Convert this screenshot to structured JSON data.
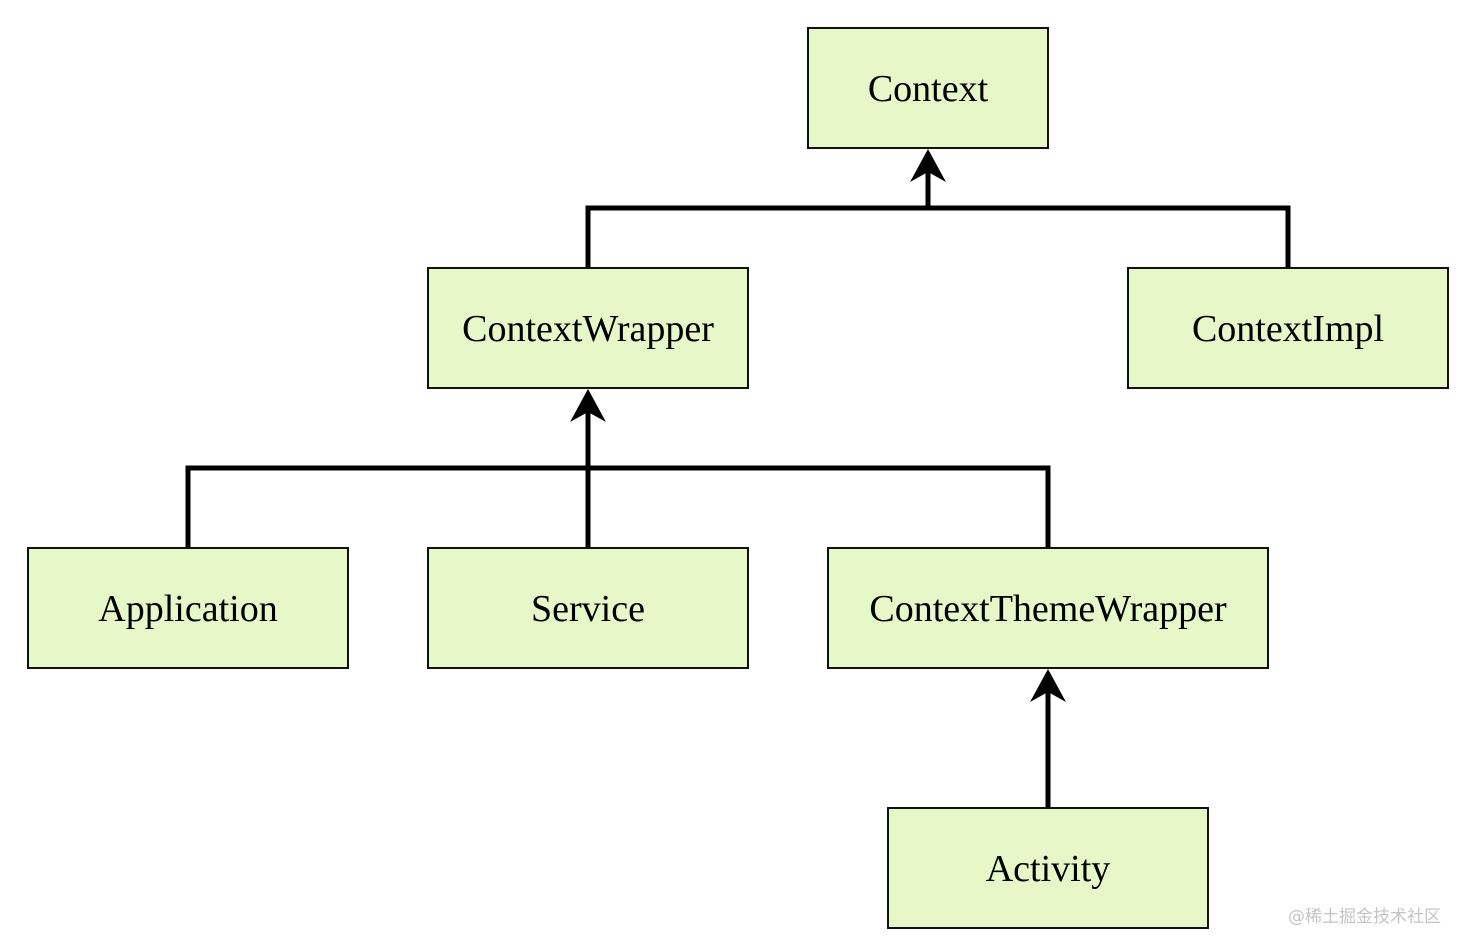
{
  "diagram": {
    "nodes": [
      {
        "id": "context",
        "label": "Context"
      },
      {
        "id": "context-wrapper",
        "label": "ContextWrapper"
      },
      {
        "id": "context-impl",
        "label": "ContextImpl"
      },
      {
        "id": "application",
        "label": "Application"
      },
      {
        "id": "service",
        "label": "Service"
      },
      {
        "id": "context-theme-wrapper",
        "label": "ContextThemeWrapper"
      },
      {
        "id": "activity",
        "label": "Activity"
      }
    ],
    "edges": [
      {
        "from": "context-wrapper",
        "to": "context"
      },
      {
        "from": "context-impl",
        "to": "context"
      },
      {
        "from": "application",
        "to": "context-wrapper"
      },
      {
        "from": "service",
        "to": "context-wrapper"
      },
      {
        "from": "context-theme-wrapper",
        "to": "context-wrapper"
      },
      {
        "from": "activity",
        "to": "context-theme-wrapper"
      }
    ],
    "node_fill": "#e6f7c8",
    "edge_color": "#000000"
  },
  "watermark": "@稀土掘金技术社区"
}
